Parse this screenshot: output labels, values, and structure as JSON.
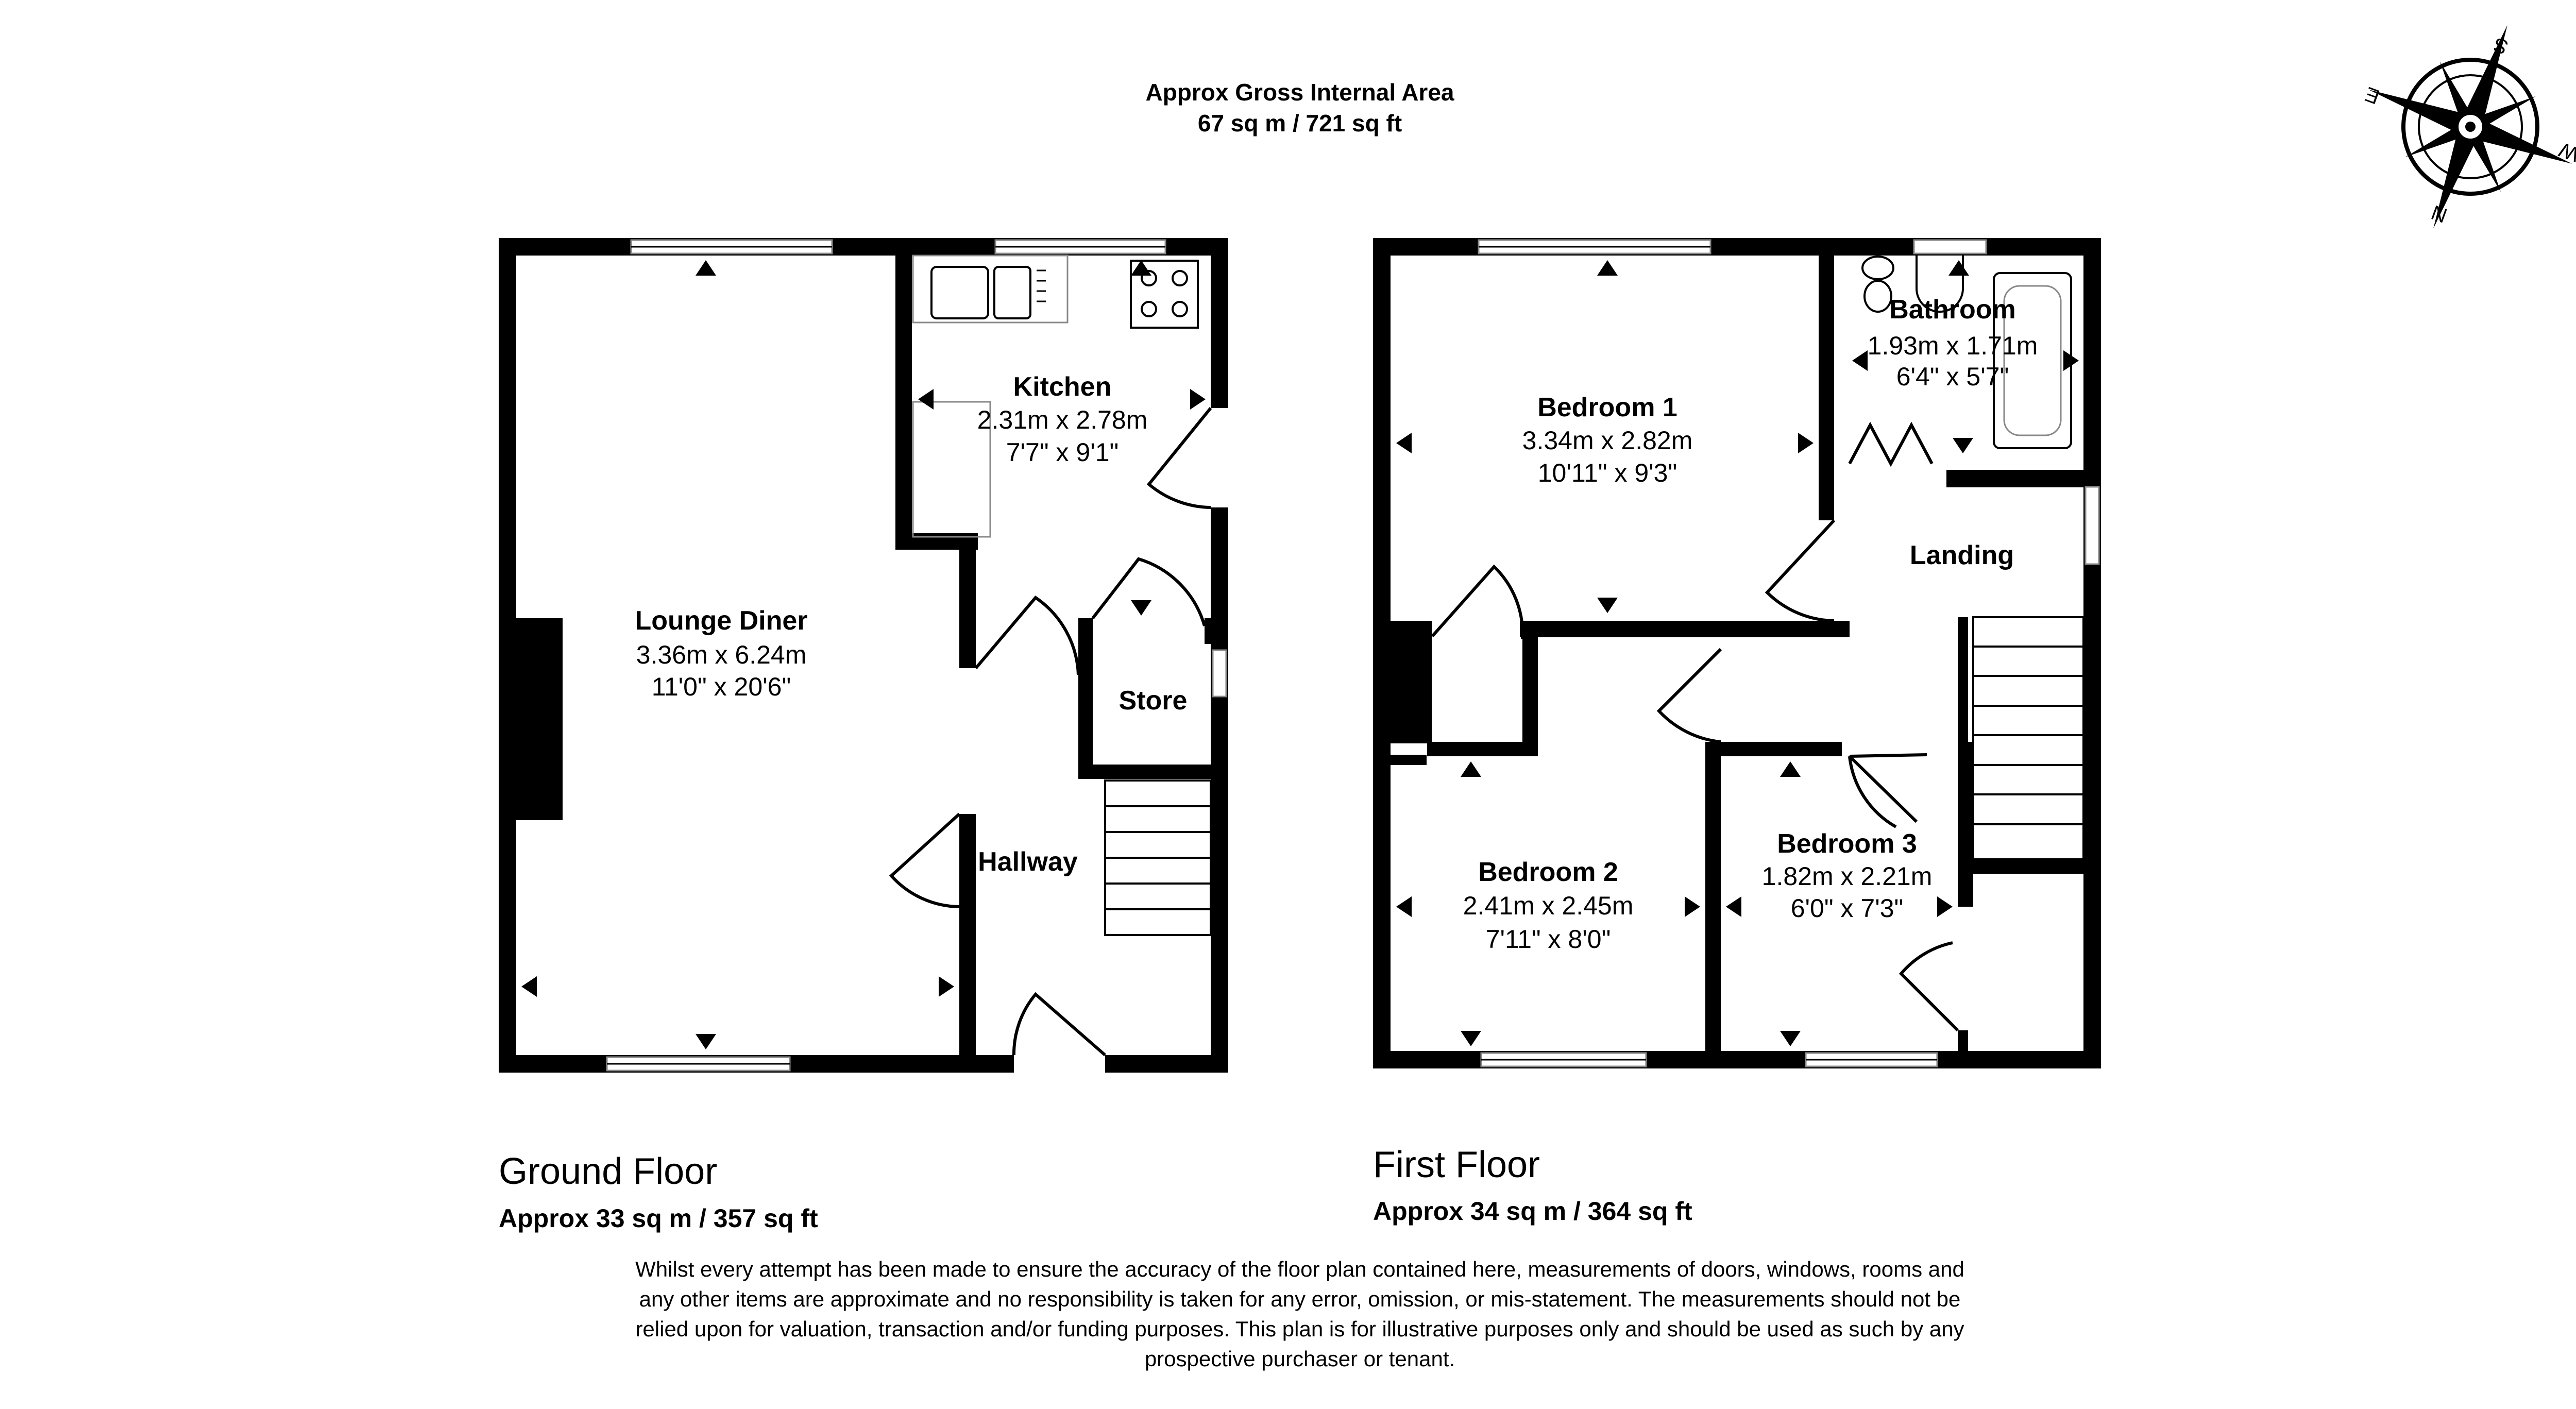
{
  "gross_area": {
    "title": "Approx Gross Internal Area",
    "value": "67 sq m / 721 sq ft"
  },
  "compass": {
    "icon": "compass-rose-icon",
    "labels": {
      "n": "N",
      "s": "S",
      "e": "E",
      "w": "W"
    }
  },
  "ground_floor": {
    "title": "Ground Floor",
    "area": "Approx 33 sq m / 357 sq ft",
    "rooms": {
      "lounge": {
        "name": "Lounge Diner",
        "metric": "3.36m x 6.24m",
        "imperial": "11'0\" x 20'6\""
      },
      "kitchen": {
        "name": "Kitchen",
        "metric": "2.31m x 2.78m",
        "imperial": "7'7\" x 9'1\""
      },
      "store": {
        "name": "Store"
      },
      "hallway": {
        "name": "Hallway"
      }
    }
  },
  "first_floor": {
    "title": "First Floor",
    "area": "Approx 34 sq m / 364 sq ft",
    "rooms": {
      "bedroom1": {
        "name": "Bedroom 1",
        "metric": "3.34m x 2.82m",
        "imperial": "10'11\" x 9'3\""
      },
      "bathroom": {
        "name": "Bathroom",
        "metric": "1.93m x 1.71m",
        "imperial": "6'4\" x 5'7\""
      },
      "landing": {
        "name": "Landing"
      },
      "bedroom2": {
        "name": "Bedroom 2",
        "metric": "2.41m x 2.45m",
        "imperial": "7'11\" x 8'0\""
      },
      "bedroom3": {
        "name": "Bedroom 3",
        "metric": "1.82m x 2.21m",
        "imperial": "6'0\" x 7'3\""
      }
    }
  },
  "disclaimer": [
    "Whilst every attempt has been made to ensure the accuracy of the floor plan contained here, measurements of doors, windows, rooms and",
    "any other items are approximate and no responsibility is taken for any error, omission, or mis-statement. The measurements should not be",
    "relied upon for valuation, transaction and/or funding purposes. This plan is for illustrative purposes only and should be used as such by any",
    "prospective purchaser or tenant."
  ],
  "colors": {
    "wall": "#000000",
    "background": "#ffffff"
  }
}
